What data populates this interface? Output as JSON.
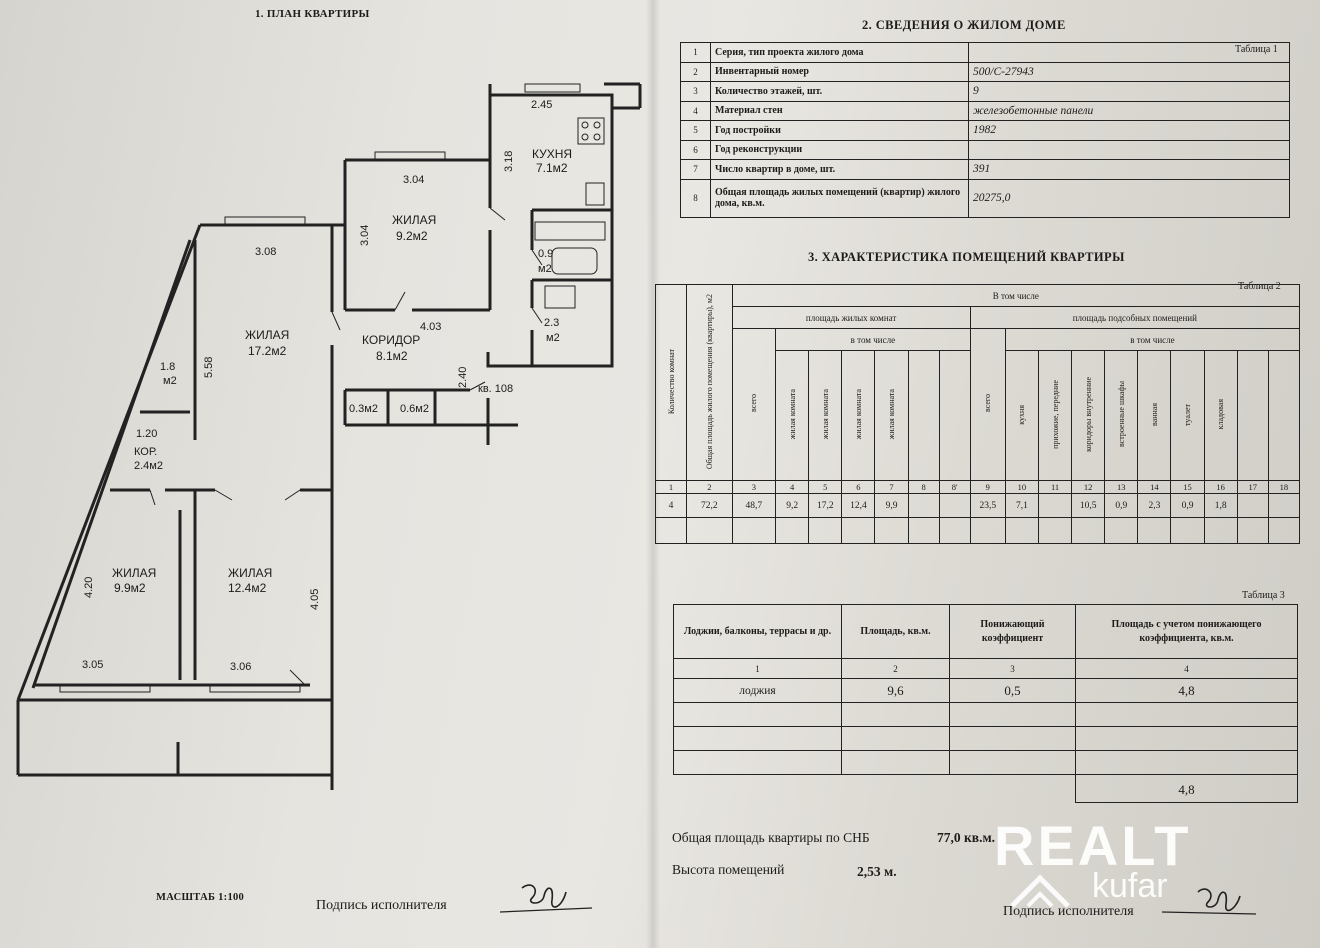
{
  "plan": {
    "title": "1. ПЛАН КВАРТИРЫ",
    "scale": "МАСШТАБ 1:100",
    "signature_label": "Подпись исполнителя",
    "apartment_label": "кв. 108",
    "rooms": {
      "kitchen_name": "КУХНЯ",
      "kitchen_area": "7.1м2",
      "r1_name": "ЖИЛАЯ",
      "r1_area": "9.2м2",
      "r2_name": "ЖИЛАЯ",
      "r2_area": "17.2м2",
      "corr_name": "КОРИДОР",
      "corr_area": "8.1м2",
      "kor_name": "КОР.",
      "kor_area": "2.4м2",
      "r3_name": "ЖИЛАЯ",
      "r3_area": "9.9м2",
      "r4_name": "ЖИЛАЯ",
      "r4_area": "12.4м2",
      "wc_area": "0.9",
      "wc_unit": "м2",
      "bath_area": "2.3",
      "bath_unit": "м2",
      "closet1": "1.8",
      "closet1_unit": "м2",
      "small1": "0.3м2",
      "small2": "0.6м2"
    },
    "dims": {
      "d1": "2.45",
      "d2": "3.18",
      "d3": "3.04",
      "d4": "3.04",
      "d5": "3.08",
      "d6": "4.03",
      "d7": "5.58",
      "d8": "2.40",
      "d9": "1.20",
      "d10": "4.20",
      "d11": "4.05",
      "d12": "3.05",
      "d13": "3.06"
    }
  },
  "house": {
    "title": "2. СВЕДЕНИЯ О ЖИЛОМ ДОМЕ",
    "table_label": "Таблица 1",
    "rows": [
      {
        "n": "1",
        "label": "Серия, тип проекта жилого дома",
        "value": ""
      },
      {
        "n": "2",
        "label": "Инвентарный номер",
        "value": "500/С-27943"
      },
      {
        "n": "3",
        "label": "Количество этажей, шт.",
        "value": "9"
      },
      {
        "n": "4",
        "label": "Материал стен",
        "value": "железобетонные панели"
      },
      {
        "n": "5",
        "label": "Год постройки",
        "value": "1982"
      },
      {
        "n": "6",
        "label": "Год реконструкции",
        "value": ""
      },
      {
        "n": "7",
        "label": "Число квартир в доме, шт.",
        "value": "391"
      },
      {
        "n": "8",
        "label": "Общая площадь жилых помещений (квартир) жилого дома, кв.м.",
        "value": "20275,0"
      }
    ]
  },
  "rooms_table": {
    "title": "3. ХАРАКТЕРИСТИКА ПОМЕЩЕНИЙ КВАРТИРЫ",
    "table_label": "Таблица 2",
    "h_count": "Количество комнат",
    "h_total": "Общая площадь жилого помещения (квартиры), м2",
    "h_incl": "В том числе",
    "h_living": "площадь жилых комнат",
    "h_aux": "площадь подсобных помещений",
    "h_incl2": "в том числе",
    "h_incl3": "в том числе",
    "h_all": "всего",
    "h_all2": "всего",
    "h_room": "жилая комната",
    "h_kitchen": "кухня",
    "h_hall": "прихожие, передние",
    "h_corr": "коридоры внутренние",
    "h_wardrobe": "встроенные шкафы",
    "h_bath": "ванная",
    "h_wc": "туалет",
    "h_pantry": "кладовая",
    "col_nums": [
      "1",
      "2",
      "3",
      "4",
      "5",
      "6",
      "7",
      "8",
      "8'",
      "9",
      "10",
      "11",
      "12",
      "13",
      "14",
      "15",
      "16",
      "17",
      "18"
    ],
    "values": [
      "4",
      "72,2",
      "48,7",
      "9,2",
      "17,2",
      "12,4",
      "9,9",
      "",
      "",
      "23,5",
      "7,1",
      "",
      "10,5",
      "0,9",
      "2,3",
      "0,9",
      "1,8",
      "",
      ""
    ]
  },
  "loggia_table": {
    "table_label": "Таблица 3",
    "h1": "Лоджии, балконы, террасы и др.",
    "h2": "Площадь, кв.м.",
    "h3": "Понижающий коэффициент",
    "h4": "Площадь с учетом понижающего коэффициента, кв.м.",
    "nums": [
      "1",
      "2",
      "3",
      "4"
    ],
    "row": {
      "name": "лоджия",
      "area": "9,6",
      "coef": "0,5",
      "reduced": "4,8"
    },
    "total": "4,8"
  },
  "summary": {
    "total_label": "Общая площадь квартиры по СНБ",
    "total_value": "77,0 кв.м.",
    "height_label": "Высота помещений",
    "height_value": "2,53 м.",
    "signature_label": "Подпись исполнителя"
  },
  "watermark": {
    "brand_top": "RЕALT",
    "brand_bottom": "kufar"
  }
}
